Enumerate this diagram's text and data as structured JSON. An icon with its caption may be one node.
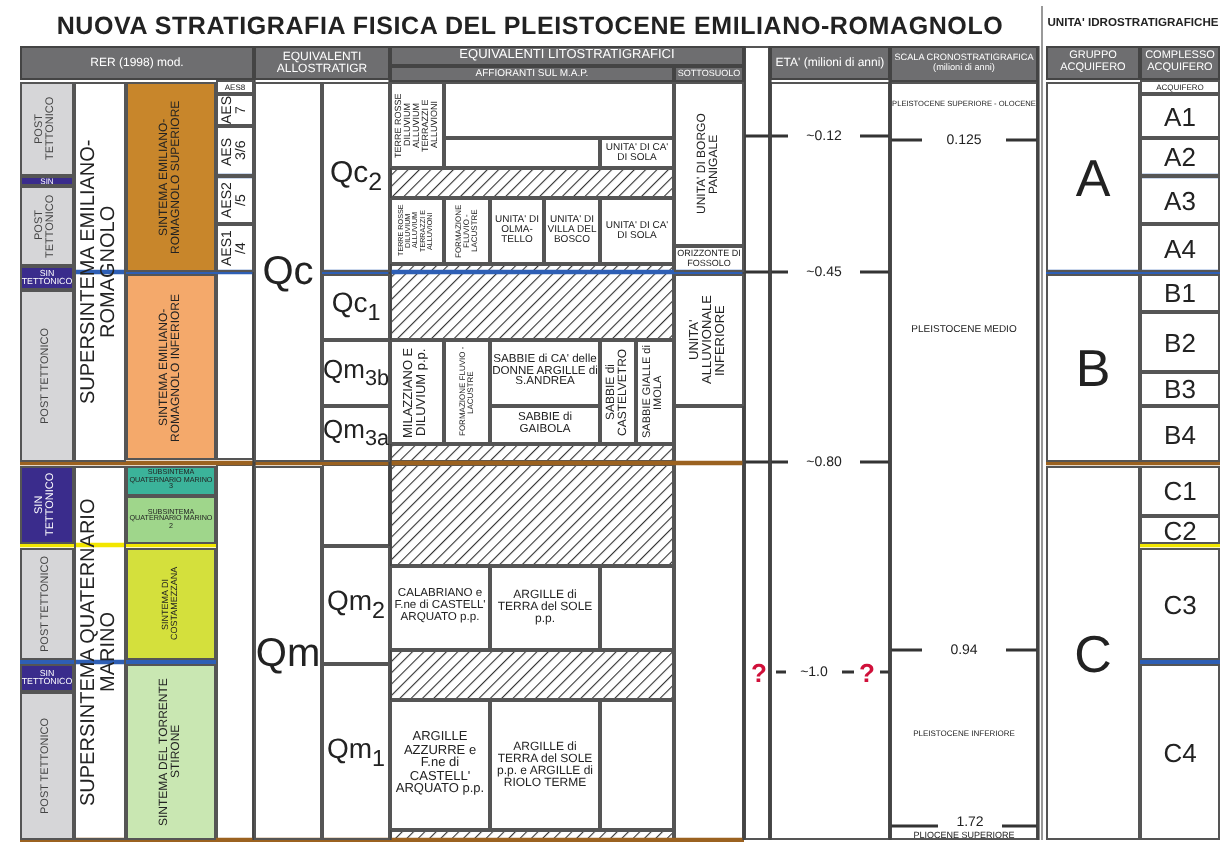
{
  "diagram": {
    "title": "NUOVA STRATIGRAFIA FISICA DEL PLEISTOCENE EMILIANO-ROMAGNOLO",
    "labels": [
      "RER (1998) mod.",
      "EQUIVALENTI ALLOSTRATIGR",
      "EQUIVALENTI LITOSTRATIGRAFICI",
      "AFFIORANTI SUL M.A.P.",
      "SOTTOSUOLO",
      "ETA' (milioni di anni)",
      "SCALA CRONOSTRATIGRAFICA (milioni di anni)",
      "UNITA' IDROSTRATIGRAFICHE",
      "GRUPPO ACQUIFERO",
      "COMPLESSO ACQUIFERO",
      "ACQUIFERO",
      "POST TETTONICO",
      "SUPERSINTEMA EMILIANO-ROMAGNOLO",
      "SINTEMA EMILIANO-ROMAGNOLO SUPERIORE",
      "AES8",
      "Qc",
      "Qc$_{2}$",
      "TERRE ROSSE DILUVIUM ALLUVIUM TERRAZZI E ALLUVIONI",
      "UNITA' DI BORGO PANIGALE",
      "PLEISTOCENE SUPERIORE - OLOCENE",
      "A",
      "A1",
      "AES 7",
      "AES 3/6",
      "UNITA' DI CA' DI SOLA",
      "~0.12",
      "0.125",
      "A2",
      "SIN",
      "AES2 /5",
      "A3",
      "POST TETTONICO",
      "TERRE ROSSE DILUVIUM ALLUVIUM TERRAZZI E ALLUVIONI",
      "FORMAZIONE FLUVIO - LACUSTRE",
      "UNITA' DI OLMA-TELLO",
      "UNITA' DI VILLA DEL BOSCO",
      "UNITA' DI CA' DI SOLA",
      "AES1 /4",
      "A4",
      "ORIZZONTE DI FOSSOLO",
      "SIN TETTONICO",
      "SINTEMA EMILIANO-ROMAGNOLO INFERIORE",
      "Qc$_{1}$",
      "UNITA' ALLUVIONALE INFERIORE",
      "~0.45",
      "B",
      "B1",
      "POST TETTONICO",
      "PLEISTOCENE MEDIO",
      "B2",
      "Qm$_{3b}$",
      "MILAZZIANO E DILUVIUM p.p.",
      "FORMAZIONE FLUVIO - LACUSTRE",
      "SABBIE di CA' delle DONNE ARGILLE di S.ANDREA",
      "SABBIE di CASTELVETRO",
      "SABBIE GIALLE di IMOLA",
      "B3",
      "Qm$_{3a}$",
      "SABBIE di GAIBOLA",
      "B4",
      "~0.80",
      "SIN TETTONICO",
      "SUPERSINTEMA QUATERNARIO MARINO",
      "SUBSINTEMA QUATERNARIO MARINO 3",
      "Qm",
      "C",
      "C1",
      "SUBSINTEMA QUATERNARIO MARINO 2",
      "C2",
      "POST TETTONICO",
      "SINTEMA DI COSTAMEZZANA",
      "Qm$_{2}$",
      "CALABRIANO e F.ne di CASTELL' ARQUATO p.p.",
      "ARGILLE di TERRA del SOLE p.p.",
      "C3",
      "0.94",
      "SIN TETTONICO",
      "Qm$_{1}$",
      "C4",
      "?",
      "~1.0",
      "?",
      "POST TETTONICO",
      "SINTEMA DEL TORRENTE STIRONE",
      "ARGILLE AZZURRE e F.ne di CASTELL' ARQUATO p.p.",
      "ARGILLE di TERRA del SOLE p.p. e ARGILLE di RIOLO TERME",
      "PLEISTOCENE INFERIORE",
      "1.72",
      "PLIOCENE SUPERIORE"
    ]
  }
}
